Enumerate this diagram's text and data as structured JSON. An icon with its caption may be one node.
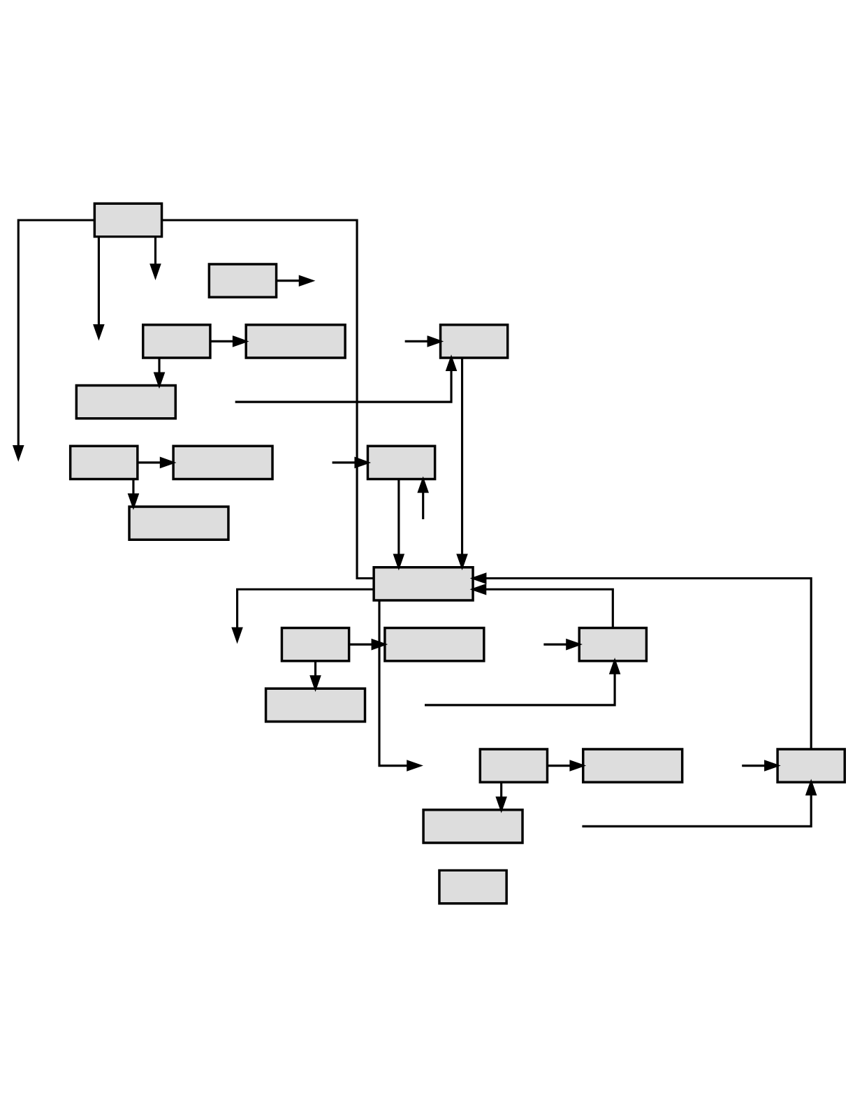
{
  "diagram": {
    "nodes": [
      {
        "text": [],
        "shape": "box"
      },
      {
        "text": [],
        "shape": "box"
      },
      {
        "text": [],
        "shape": "box"
      },
      {
        "text": [],
        "shape": "box"
      },
      {
        "text": [],
        "shape": "box"
      },
      {
        "text": [],
        "shape": "box"
      },
      {
        "text": [],
        "shape": "box"
      },
      {
        "text": [],
        "shape": "box"
      },
      {
        "text": [],
        "shape": "box"
      },
      {
        "text": [],
        "shape": "box"
      },
      {
        "text": [],
        "shape": "box"
      },
      {
        "text": [],
        "shape": "box"
      },
      {
        "text": [],
        "shape": "box"
      },
      {
        "text": [],
        "shape": "box"
      },
      {
        "text": [],
        "shape": "box"
      },
      {
        "text": [],
        "shape": "box"
      },
      {
        "text": [],
        "shape": "box"
      },
      {
        "text": [],
        "shape": "box"
      },
      {
        "text": [],
        "shape": "box"
      },
      {
        "text": [],
        "shape": "box"
      }
    ],
    "edges": [
      {
        "from": 0,
        "to": 10,
        "arrow": "none"
      },
      {
        "from": 0,
        "to": null,
        "arrow": "to"
      },
      {
        "from": 1,
        "to": null,
        "arrow": "to"
      },
      {
        "from": 0,
        "to": null,
        "arrow": "to"
      },
      {
        "from": 2,
        "to": 3,
        "arrow": "to"
      },
      {
        "from": 2,
        "to": 4,
        "arrow": "to"
      },
      {
        "from": null,
        "to": 5,
        "arrow": "to"
      },
      {
        "from": null,
        "to": 5,
        "arrow": "to"
      },
      {
        "from": 5,
        "to": 10,
        "arrow": "to"
      },
      {
        "from": 0,
        "to": null,
        "arrow": "to"
      },
      {
        "from": 6,
        "to": 7,
        "arrow": "to"
      },
      {
        "from": 6,
        "to": 8,
        "arrow": "to"
      },
      {
        "from": null,
        "to": 9,
        "arrow": "to"
      },
      {
        "from": null,
        "to": 9,
        "arrow": "to"
      },
      {
        "from": 9,
        "to": 10,
        "arrow": "to"
      },
      {
        "from": 10,
        "to": null,
        "arrow": "to"
      },
      {
        "from": 11,
        "to": 12,
        "arrow": "to"
      },
      {
        "from": 11,
        "to": 13,
        "arrow": "to"
      },
      {
        "from": null,
        "to": 14,
        "arrow": "to"
      },
      {
        "from": null,
        "to": 14,
        "arrow": "to"
      },
      {
        "from": 14,
        "to": 10,
        "arrow": "to"
      },
      {
        "from": 10,
        "to": null,
        "arrow": "to"
      },
      {
        "from": 15,
        "to": 16,
        "arrow": "to"
      },
      {
        "from": 15,
        "to": 17,
        "arrow": "to"
      },
      {
        "from": null,
        "to": 18,
        "arrow": "to"
      },
      {
        "from": null,
        "to": 18,
        "arrow": "to"
      },
      {
        "from": 18,
        "to": 10,
        "arrow": "to"
      }
    ]
  }
}
